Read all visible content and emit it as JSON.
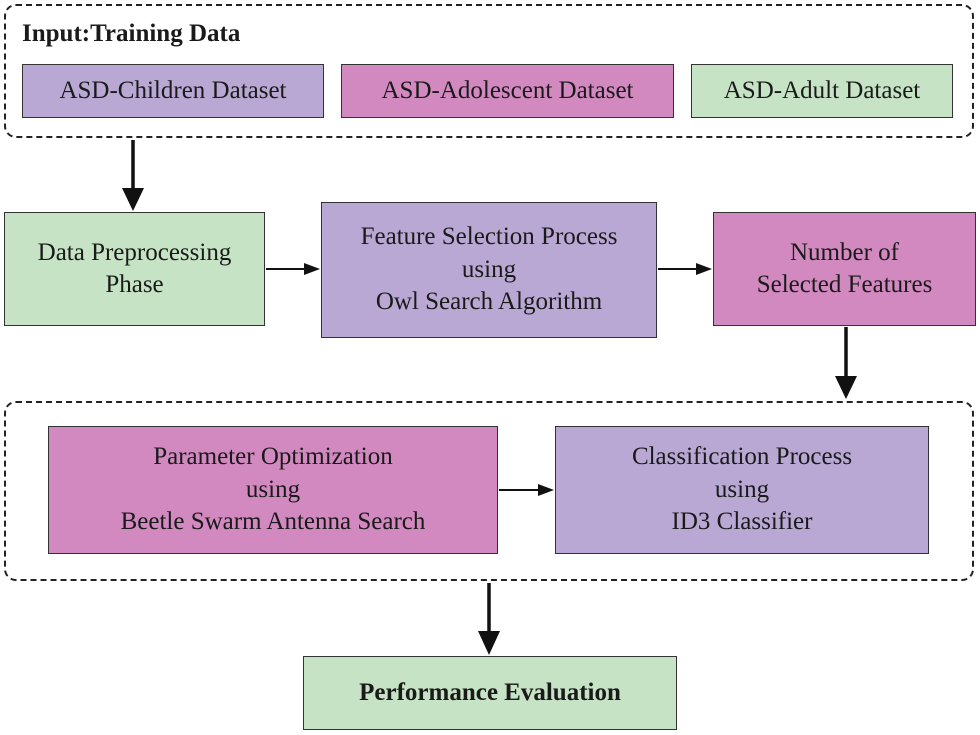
{
  "colors": {
    "green": "#c6e4c5",
    "purple": "#b9a8d4",
    "pink": "#d189bf"
  },
  "input_group": {
    "title": "Input:Training Data",
    "datasets": [
      "ASD-Children Dataset",
      "ASD-Adolescent Dataset",
      "ASD-Adult Dataset"
    ]
  },
  "steps": {
    "preprocessing": [
      "Data Preprocessing",
      "Phase"
    ],
    "feature_selection": [
      "Feature Selection Process",
      "using",
      "Owl Search Algorithm"
    ],
    "selected_features": [
      "Number of",
      "Selected Features"
    ],
    "parameter_optimization": [
      "Parameter Optimization",
      "using",
      "Beetle Swarm Antenna Search"
    ],
    "classification": [
      "Classification Process",
      "using",
      "ID3 Classifier"
    ],
    "evaluation": "Performance Evaluation"
  }
}
